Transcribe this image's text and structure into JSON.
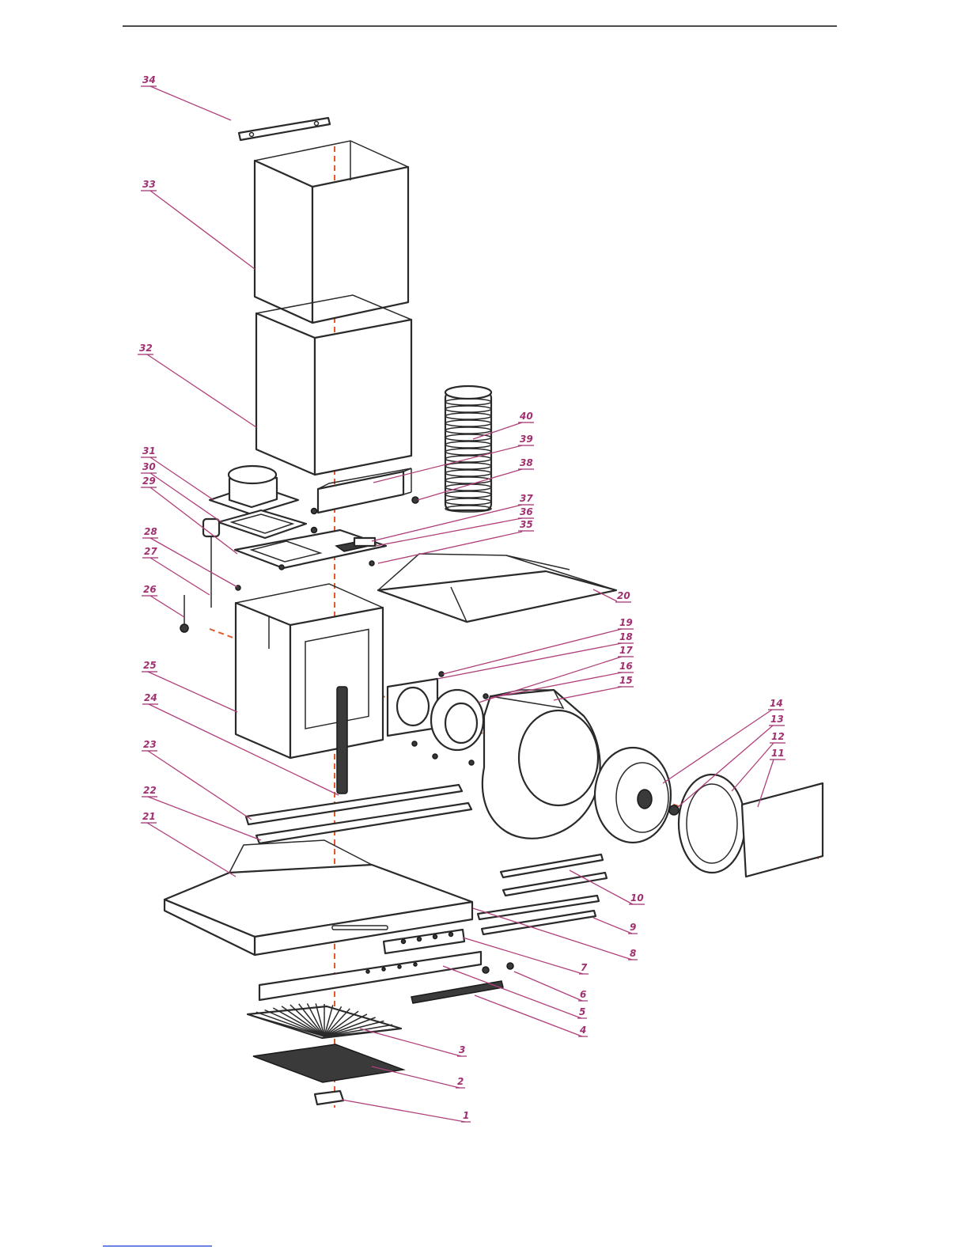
{
  "diagram": {
    "type": "exploded-parts-view",
    "callouts": [
      "1",
      "2",
      "3",
      "4",
      "5",
      "6",
      "7",
      "8",
      "9",
      "10",
      "11",
      "12",
      "13",
      "14",
      "15",
      "16",
      "17",
      "18",
      "19",
      "20",
      "21",
      "22",
      "23",
      "24",
      "25",
      "26",
      "27",
      "28",
      "29",
      "30",
      "31",
      "32",
      "33",
      "34",
      "35",
      "36",
      "37",
      "38",
      "39",
      "40"
    ],
    "colors": {
      "callout": "#a03070",
      "axis": "#e05a2a",
      "line": "#2a2a2a",
      "footer_link": "#3a5bd9"
    }
  }
}
